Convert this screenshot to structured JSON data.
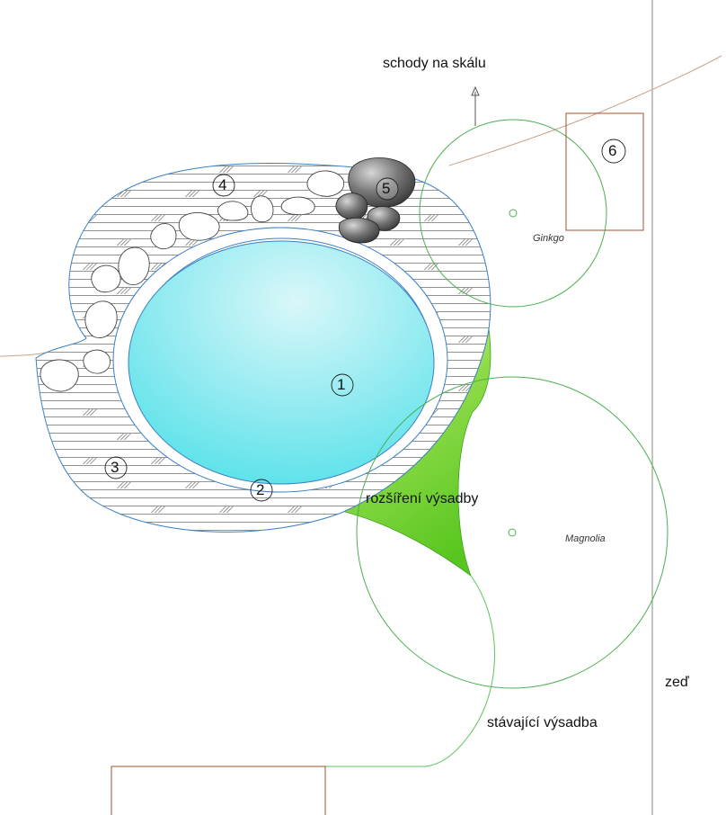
{
  "labels": {
    "stairs": "schody na skálu",
    "extension": "rozšíření výsadby",
    "existing": "stávající výsadba",
    "wall": "zeď"
  },
  "trees": [
    {
      "name": "Ginkgo"
    },
    {
      "name": "Magnolia"
    }
  ],
  "markers": [
    "1",
    "2",
    "3",
    "4",
    "5",
    "6"
  ],
  "colors": {
    "water_light": "#c6f3f6",
    "water_dark": "#4fe0e8",
    "outline_blue": "#3a7fc4",
    "tree_green": "#4caf50",
    "planting_green": "#5fcf2a",
    "border_brown": "#a0522d",
    "wall_gray": "#8a8a8a"
  }
}
